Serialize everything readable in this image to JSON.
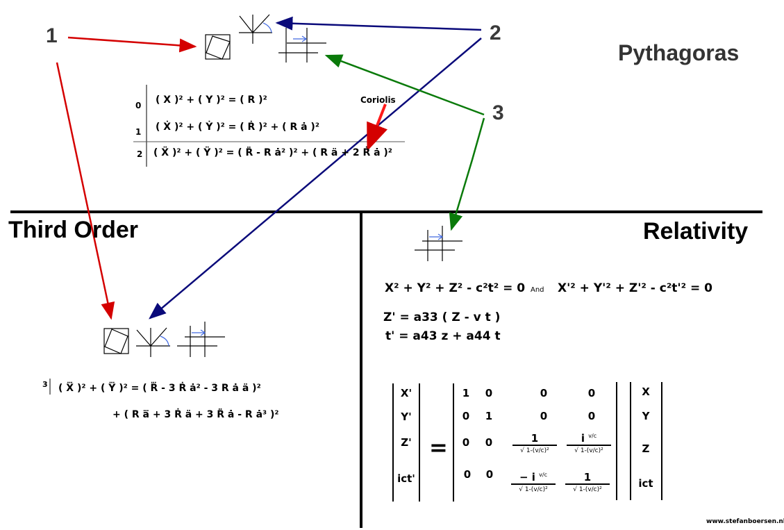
{
  "labels": {
    "one": "1",
    "two": "2",
    "three": "3"
  },
  "sections": {
    "top": "Pythagoras",
    "left": "Third Order",
    "right": "Relativity"
  },
  "pythagoras": {
    "rows": [
      {
        "order": "0",
        "equation": "( X )² + ( Y )² = ( R )²"
      },
      {
        "order": "1",
        "equation": "( Ẋ )² + ( Ẏ )² = ( Ṙ )²  + ( R ȧ )²"
      },
      {
        "order": "2",
        "equation": "( Ẍ )² + ( Ÿ )² = ( R̈ - R ȧ² )² + ( R ä + 2 Ṙ ȧ )²"
      }
    ],
    "coriolis_label": "Coriolis"
  },
  "third_order": {
    "order": "3",
    "line1": "( X⃛ )² + ( Y⃛ )² =  ( R⃛ - 3 Ṙ ȧ² - 3 R ȧ ä )²",
    "line2": "+ ( R a⃛ + 3 Ṙ ä + 3 R̈ ȧ - R ȧ³ )²"
  },
  "relativity": {
    "eq1": "X² + Y² + Z² -  c²t² = 0",
    "and": "And",
    "eq2": "X'² + Y'² + Z'²  -  c²t'² = 0",
    "eq3": "Z' = a33 ( Z - v t )",
    "eq4": "t' = a43 z + a44 t",
    "lhs": [
      "X'",
      "Y'",
      "Z'",
      "ict'"
    ],
    "equals": "=",
    "matrix": [
      [
        "1",
        "0",
        "0",
        "0"
      ],
      [
        "0",
        "1",
        "0",
        "0"
      ],
      [
        "0",
        "0"
      ],
      [
        "0",
        "0"
      ]
    ],
    "frac_num_1": "1",
    "frac_num_i": "i",
    "frac_num_minus_i": "− i",
    "frac_sup": "v/c",
    "frac_den": "√ 1-(v/c)²",
    "rhs": [
      "X",
      "Y",
      "Z",
      "ict"
    ]
  },
  "footer": "www.stefanboersen.nl",
  "colors": {
    "red": "#d40000",
    "navy": "#0a0a7a",
    "green": "#0a7a0a",
    "blue": "#4169e1"
  }
}
